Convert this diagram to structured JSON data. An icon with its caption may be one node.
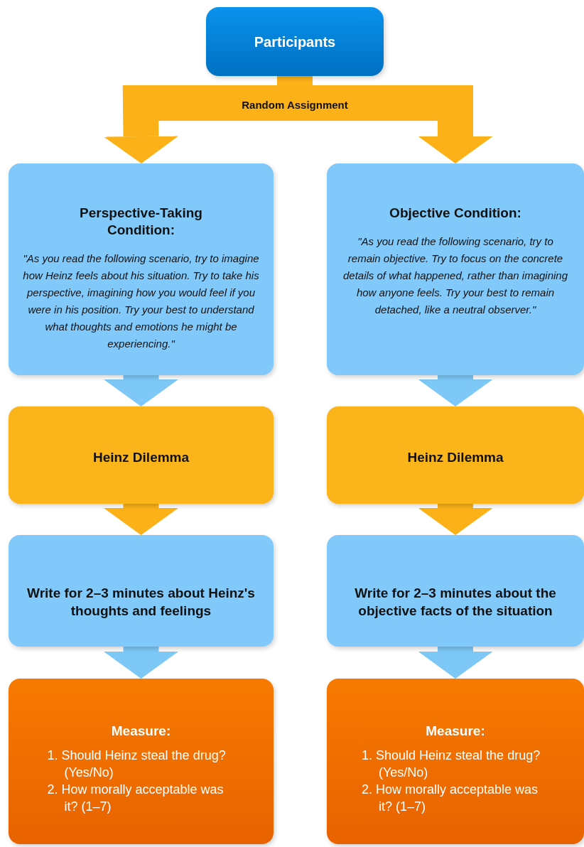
{
  "diagram": {
    "nodes": [
      {
        "text": [
          "Participants"
        ]
      },
      {
        "text": [
          "Perspective-Taking Condition:",
          "\"As you read the following scenario, try to imagine how Heinz feels about his situation. Try to take his perspective, imagining how you would feel if you were in his position. Try your best to understand what thoughts and emotions he might be experiencing.\""
        ]
      },
      {
        "text": [
          "Objective Condition:",
          "\"As you read the following scenario, try to remain objective. Try to focus on the concrete details of what happened, rather than imagining how anyone feels. Try your best to remain detached, like a neutral observer.\""
        ]
      },
      {
        "text": [
          "Heinz Dilemma"
        ]
      },
      {
        "text": [
          "Heinz Dilemma"
        ]
      },
      {
        "text": [
          "Write for 2–3 minutes about Heinz's thoughts and feelings"
        ]
      },
      {
        "text": [
          "Write for 2–3 minutes about the objective facts of the situation"
        ]
      },
      {
        "text": [
          "Measure:",
          "1. Should Heinz steal the drug? (Yes/No)",
          "2. How morally acceptable was it? (1–7)"
        ]
      },
      {
        "text": [
          "Measure:",
          "1. Should Heinz steal the drug? (Yes/No)",
          "2. How morally acceptable was it? (1–7)"
        ]
      }
    ],
    "edges": [
      {
        "from": 0,
        "to": 1,
        "arrow": "to",
        "label": "Random Assignment"
      },
      {
        "from": 0,
        "to": 2,
        "arrow": "to"
      },
      {
        "from": 1,
        "to": 3,
        "arrow": "to",
        "color": "#7dc8f7"
      },
      {
        "from": 2,
        "to": 4,
        "arrow": "to",
        "color": "#7dc8f7"
      },
      {
        "from": 3,
        "to": 5,
        "arrow": "to"
      },
      {
        "from": 4,
        "to": 6,
        "arrow": "to"
      },
      {
        "from": 5,
        "to": 7,
        "arrow": "to",
        "color": "#7dc8f7"
      },
      {
        "from": 6,
        "to": 8,
        "arrow": "to",
        "color": "#7dc8f7"
      }
    ]
  }
}
